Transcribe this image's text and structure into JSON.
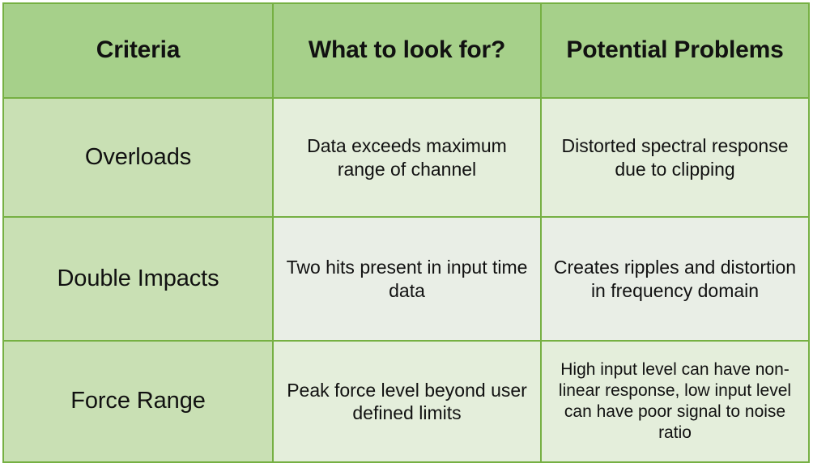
{
  "table": {
    "columns": [
      {
        "key": "criteria",
        "header": "Criteria"
      },
      {
        "key": "what_to_look_for",
        "header": "What to look for?"
      },
      {
        "key": "potential_problems",
        "header": "Potential Problems"
      }
    ],
    "rows": [
      {
        "criteria": "Overloads",
        "what_to_look_for": "Data exceeds maximum range of channel",
        "potential_problems": "Distorted spectral response due to clipping"
      },
      {
        "criteria": "Double Impacts",
        "what_to_look_for": "Two hits present in input time data",
        "potential_problems": "Creates ripples and distortion in frequency domain"
      },
      {
        "criteria": "Force Range",
        "what_to_look_for": "Peak force level beyond user defined limits",
        "potential_problems": "High input level can have non-linear response, low input level can have poor signal to noise ratio"
      }
    ]
  },
  "colors": {
    "header_background": "#a6d08a",
    "criteria_column_background": "#c9e0b4",
    "detail_background_light": "#e4eedb",
    "detail_background_alt": "#e9eee6",
    "border": "#76b043",
    "text": "#111111",
    "page_background": "#ffffff"
  }
}
